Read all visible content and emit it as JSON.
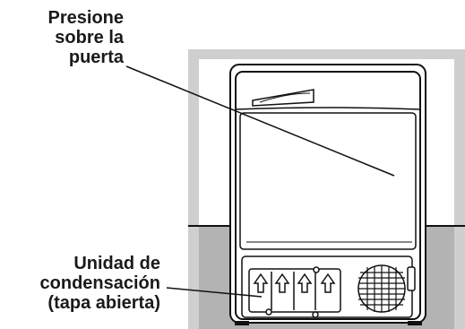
{
  "labels": {
    "door": [
      "Presione",
      "sobre la",
      "puerta"
    ],
    "condenser": [
      "Unidad de",
      "condensación",
      "(tapa abierta)"
    ]
  },
  "colors": {
    "background_wall": "#ffffff",
    "floor": "#b3b3b3",
    "frame": "#cfcfcf",
    "outline": "#111111",
    "appliance_body": "#ffffff"
  },
  "icons": {
    "arrows": "up-arrow-icon",
    "grille": "round-vent-grille-icon"
  }
}
